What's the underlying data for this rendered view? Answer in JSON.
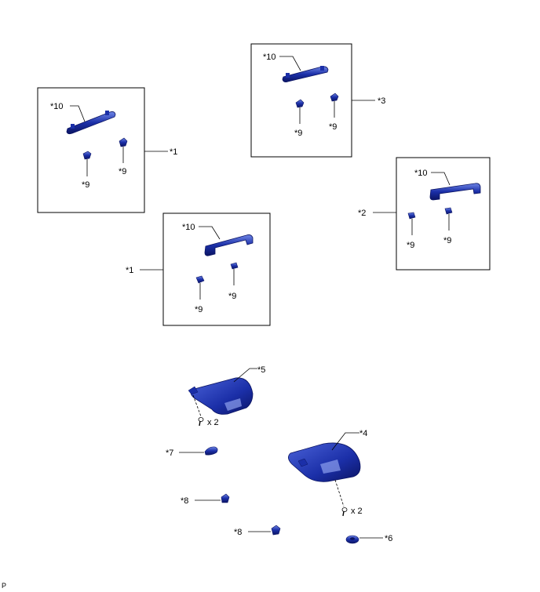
{
  "callouts": {
    "c1": "*1",
    "c2": "*2",
    "c3": "*3",
    "c4": "*4",
    "c5": "*5",
    "c6": "*6",
    "c7": "*7",
    "c8": "*8",
    "c9": "*9",
    "c10": "*10"
  },
  "quantity": "x 2",
  "corner_mark": "P",
  "colors": {
    "part": "#1b2fa8",
    "part_dark": "#0b1463",
    "part_light": "#6f86e6",
    "line": "#000000"
  }
}
